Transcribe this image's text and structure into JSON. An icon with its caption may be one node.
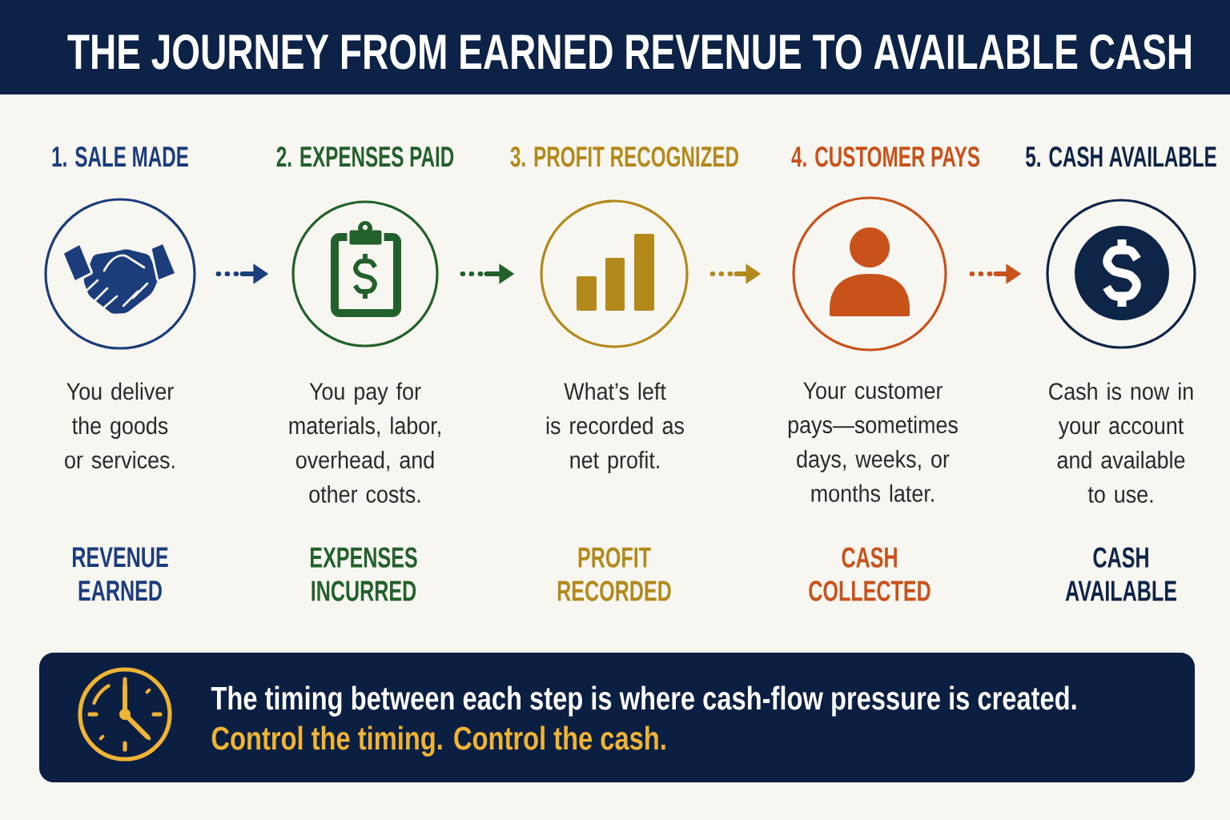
{
  "diagram": {
    "title": "THE JOURNEY FROM EARNED REVENUE TO AVAILABLE CASH",
    "nodes": [
      {
        "text": [
          "1. SALE MADE"
        ],
        "beside": [
          "You deliver the goods or services.",
          "REVENUE EARNED"
        ]
      },
      {
        "text": [
          "2. EXPENSES PAID"
        ],
        "beside": [
          "You pay for materials, labor, overhead, and other costs.",
          "EXPENSES INCURRED"
        ]
      },
      {
        "text": [
          "3. PROFIT RECOGNIZED"
        ],
        "beside": [
          "What’s left is recorded as net profit.",
          "PROFIT RECORDED"
        ]
      },
      {
        "text": [
          "4. CUSTOMER PAYS"
        ],
        "beside": [
          "Your customer pays—sometimes days, weeks, or months later.",
          "CASH COLLECTED"
        ]
      },
      {
        "text": [
          "5. CASH AVAILABLE"
        ],
        "beside": [
          "Cash is now in your account and available to use.",
          "CASH AVAILABLE"
        ]
      },
      {
        "text": [
          "The timing between each step is where cash-flow pressure is created.",
          "Control the timing. Control the cash."
        ]
      }
    ],
    "edges": [
      {
        "from": 0,
        "to": 1,
        "arrow": "to",
        "style": "dashed",
        "color": "#1c3d7c"
      },
      {
        "from": 1,
        "to": 2,
        "arrow": "to",
        "style": "dashed",
        "color": "#22612b"
      },
      {
        "from": 2,
        "to": 3,
        "arrow": "to",
        "style": "dashed",
        "color": "#b3891c"
      },
      {
        "from": 3,
        "to": 4,
        "arrow": "to",
        "style": "dashed",
        "color": "#c9521b"
      }
    ]
  }
}
